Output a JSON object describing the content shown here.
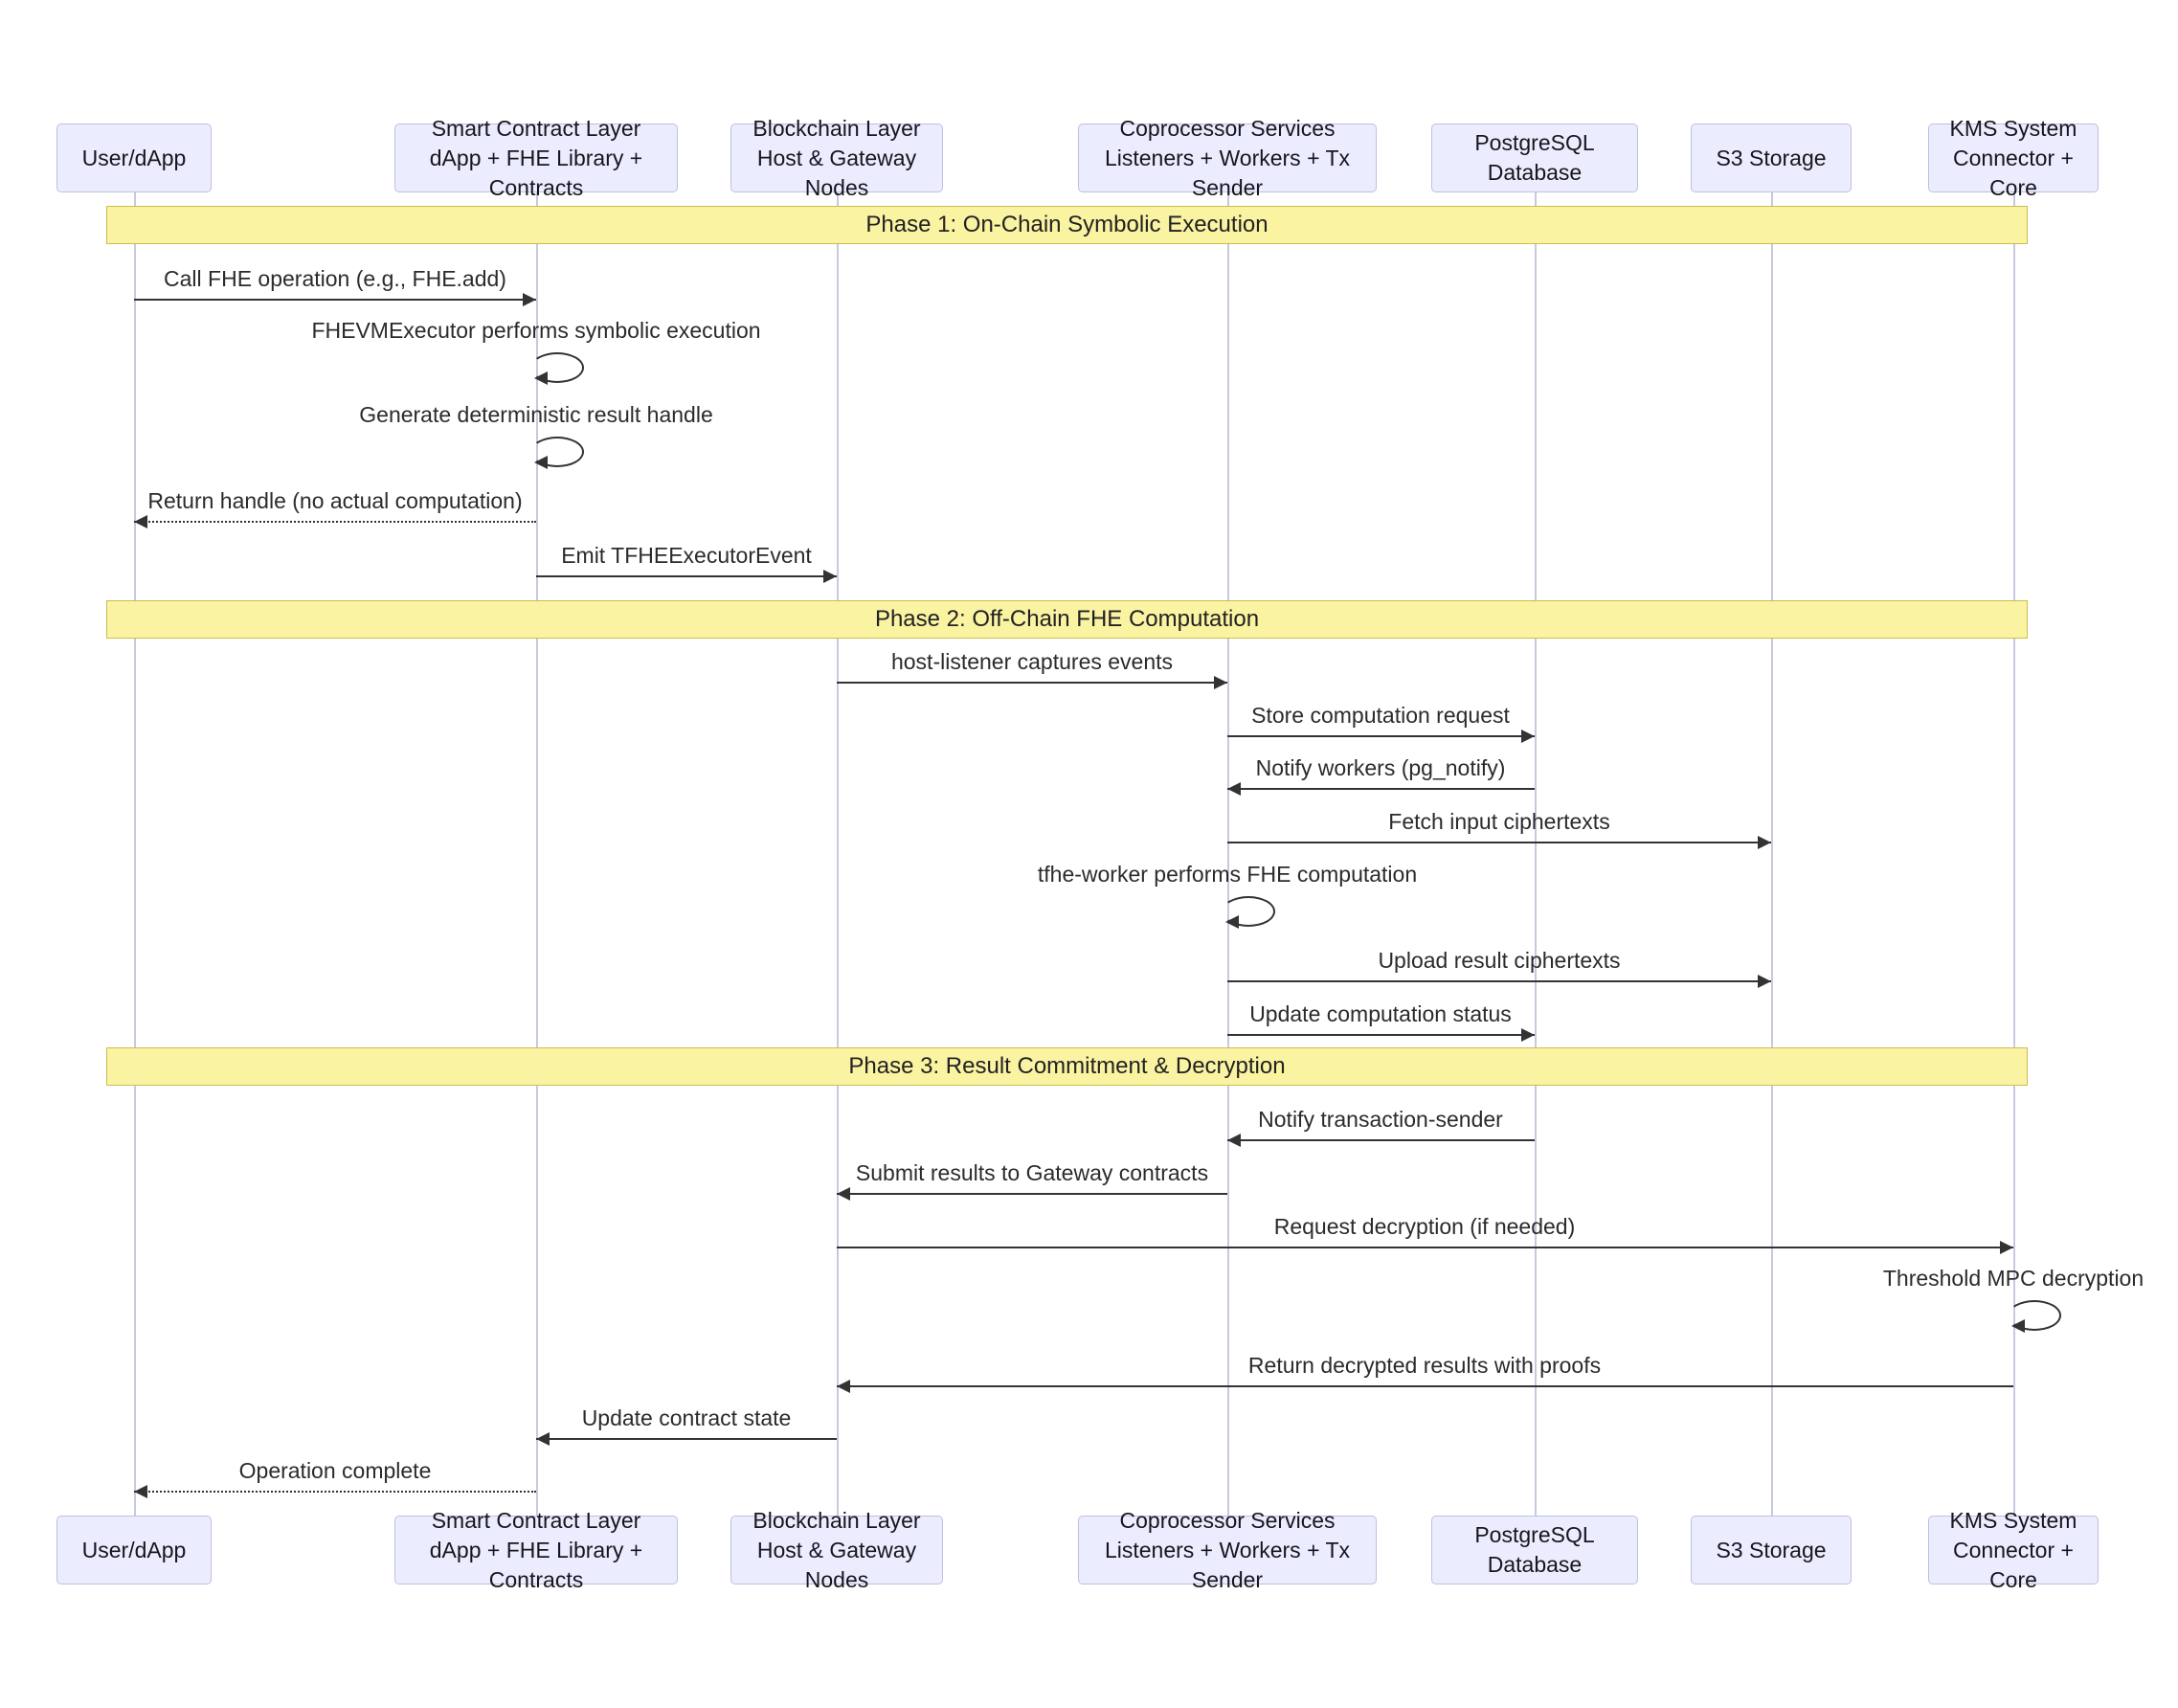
{
  "diagram_type": "sequence-diagram",
  "colors": {
    "participant_fill": "#ECECFF",
    "participant_border": "#BFBFDF",
    "phase_fill": "#FAF3A2",
    "phase_border": "#CBBD4E",
    "line": "#333333",
    "lifeline": "#C8C8E0",
    "text": "#2B2B2B"
  },
  "participants": [
    {
      "id": "user",
      "lines": [
        "User/dApp"
      ]
    },
    {
      "id": "smart-contract",
      "lines": [
        "Smart Contract Layer",
        "dApp + FHE Library + Contracts"
      ]
    },
    {
      "id": "blockchain",
      "lines": [
        "Blockchain Layer",
        "Host & Gateway Nodes"
      ]
    },
    {
      "id": "coprocessor",
      "lines": [
        "Coprocessor Services",
        "Listeners + Workers + Tx Sender"
      ]
    },
    {
      "id": "postgresql",
      "lines": [
        "PostgreSQL Database"
      ]
    },
    {
      "id": "s3",
      "lines": [
        "S3 Storage"
      ]
    },
    {
      "id": "kms",
      "lines": [
        "KMS System",
        "Connector + Core"
      ]
    }
  ],
  "phases": [
    {
      "label": "Phase 1: On-Chain Symbolic Execution"
    },
    {
      "label": "Phase 2: Off-Chain FHE Computation"
    },
    {
      "label": "Phase 3: Result Commitment & Decryption"
    }
  ],
  "messages": [
    {
      "from": "user",
      "to": "smart-contract",
      "type": "solid",
      "label": "Call FHE operation (e.g., FHE.add)"
    },
    {
      "from": "smart-contract",
      "to": "smart-contract",
      "type": "self",
      "label": "FHEVMExecutor performs symbolic execution"
    },
    {
      "from": "smart-contract",
      "to": "smart-contract",
      "type": "self",
      "label": "Generate deterministic result handle"
    },
    {
      "from": "smart-contract",
      "to": "user",
      "type": "dashed",
      "label": "Return handle (no actual computation)"
    },
    {
      "from": "smart-contract",
      "to": "blockchain",
      "type": "solid",
      "label": "Emit TFHEExecutorEvent"
    },
    {
      "from": "blockchain",
      "to": "coprocessor",
      "type": "solid",
      "label": "host-listener captures events"
    },
    {
      "from": "coprocessor",
      "to": "postgresql",
      "type": "solid",
      "label": "Store computation request"
    },
    {
      "from": "postgresql",
      "to": "coprocessor",
      "type": "solid",
      "label": "Notify workers (pg_notify)"
    },
    {
      "from": "coprocessor",
      "to": "s3",
      "type": "solid",
      "label": "Fetch input ciphertexts"
    },
    {
      "from": "coprocessor",
      "to": "coprocessor",
      "type": "self",
      "label": "tfhe-worker performs FHE computation"
    },
    {
      "from": "coprocessor",
      "to": "s3",
      "type": "solid",
      "label": "Upload result ciphertexts"
    },
    {
      "from": "coprocessor",
      "to": "postgresql",
      "type": "solid",
      "label": "Update computation status"
    },
    {
      "from": "postgresql",
      "to": "coprocessor",
      "type": "solid",
      "label": "Notify transaction-sender"
    },
    {
      "from": "coprocessor",
      "to": "blockchain",
      "type": "solid",
      "label": "Submit results to Gateway contracts"
    },
    {
      "from": "blockchain",
      "to": "kms",
      "type": "solid",
      "label": "Request decryption (if needed)"
    },
    {
      "from": "kms",
      "to": "kms",
      "type": "self",
      "label": "Threshold MPC decryption"
    },
    {
      "from": "kms",
      "to": "blockchain",
      "type": "solid",
      "label": "Return decrypted results with proofs"
    },
    {
      "from": "blockchain",
      "to": "smart-contract",
      "type": "solid",
      "label": "Update contract state"
    },
    {
      "from": "smart-contract",
      "to": "user",
      "type": "dashed",
      "label": "Operation complete"
    }
  ]
}
